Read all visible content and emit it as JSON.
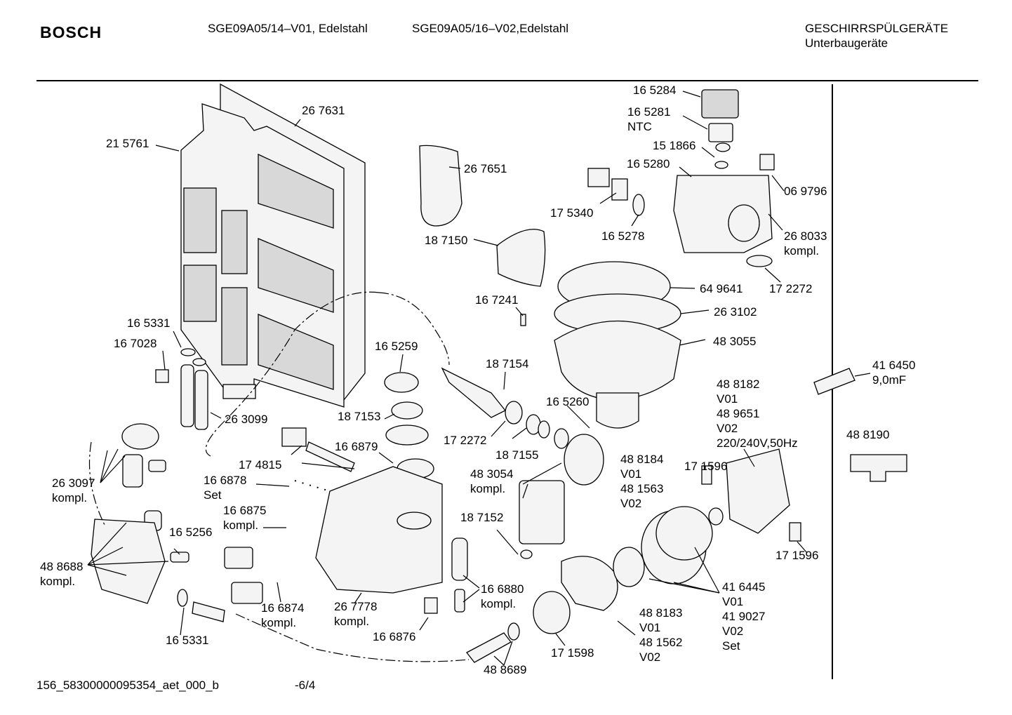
{
  "header": {
    "brand": "BOSCH",
    "model_1": "SGE09A05/14–V01, Edelstahl",
    "model_2": "SGE09A05/16–V02,Edelstahl",
    "category": "GESCHIRRSPÜLGERÄTE",
    "subcategory": "Unterbaugeräte"
  },
  "footer": {
    "document_id": "156_58300000095354_aet_000_b",
    "page": "-6/4"
  },
  "part_labels": [
    [
      "16 5284"
    ],
    [
      "16 5281",
      "NTC"
    ],
    [
      "15 1866"
    ],
    [
      "16 5280"
    ],
    [
      "06 9796"
    ],
    [
      "17 5340"
    ],
    [
      "16 5278"
    ],
    [
      "26 8033",
      "kompl."
    ],
    [
      "17 2272"
    ],
    [
      "64 9641"
    ],
    [
      "26 3102"
    ],
    [
      "48 3055"
    ],
    [
      "26 7631"
    ],
    [
      "21 5761"
    ],
    [
      "26 7651"
    ],
    [
      "18 7150"
    ],
    [
      "16 7241"
    ],
    [
      "16 5331"
    ],
    [
      "16 7028"
    ],
    [
      "16 5259"
    ],
    [
      "18 7154"
    ],
    [
      "26 3099"
    ],
    [
      "16 5260"
    ],
    [
      "18 7153"
    ],
    [
      "17 2272"
    ],
    [
      "16 6879"
    ],
    [
      "18 7155"
    ],
    [
      "17 4815"
    ],
    [
      "48 3054",
      "kompl."
    ],
    [
      "48 8184",
      "V01",
      "48 1563",
      "V02"
    ],
    [
      "26 3097",
      "kompl."
    ],
    [
      "16 6878",
      "Set"
    ],
    [
      "16 6875",
      "kompl."
    ],
    [
      "18 7152"
    ],
    [
      "16 5256"
    ],
    [
      "48 8688",
      "kompl."
    ],
    [
      "16 6874",
      "kompl."
    ],
    [
      "26 7778",
      "kompl."
    ],
    [
      "16 6880",
      "kompl."
    ],
    [
      "16 5331"
    ],
    [
      "16 6876"
    ],
    [
      "48 8689"
    ],
    [
      "17 1598"
    ],
    [
      "48 8183",
      "V01",
      "48 1562",
      "V02"
    ],
    [
      "41  6445",
      "V01",
      "41 9027",
      "V02",
      "Set"
    ],
    [
      "48 8182",
      "V01",
      "48 9651",
      "V02",
      "220/240V,50Hz"
    ],
    [
      "17 1596"
    ],
    [
      "17 1596"
    ],
    [
      "41 6450",
      "9,0mF"
    ],
    [
      "48  8190"
    ]
  ]
}
